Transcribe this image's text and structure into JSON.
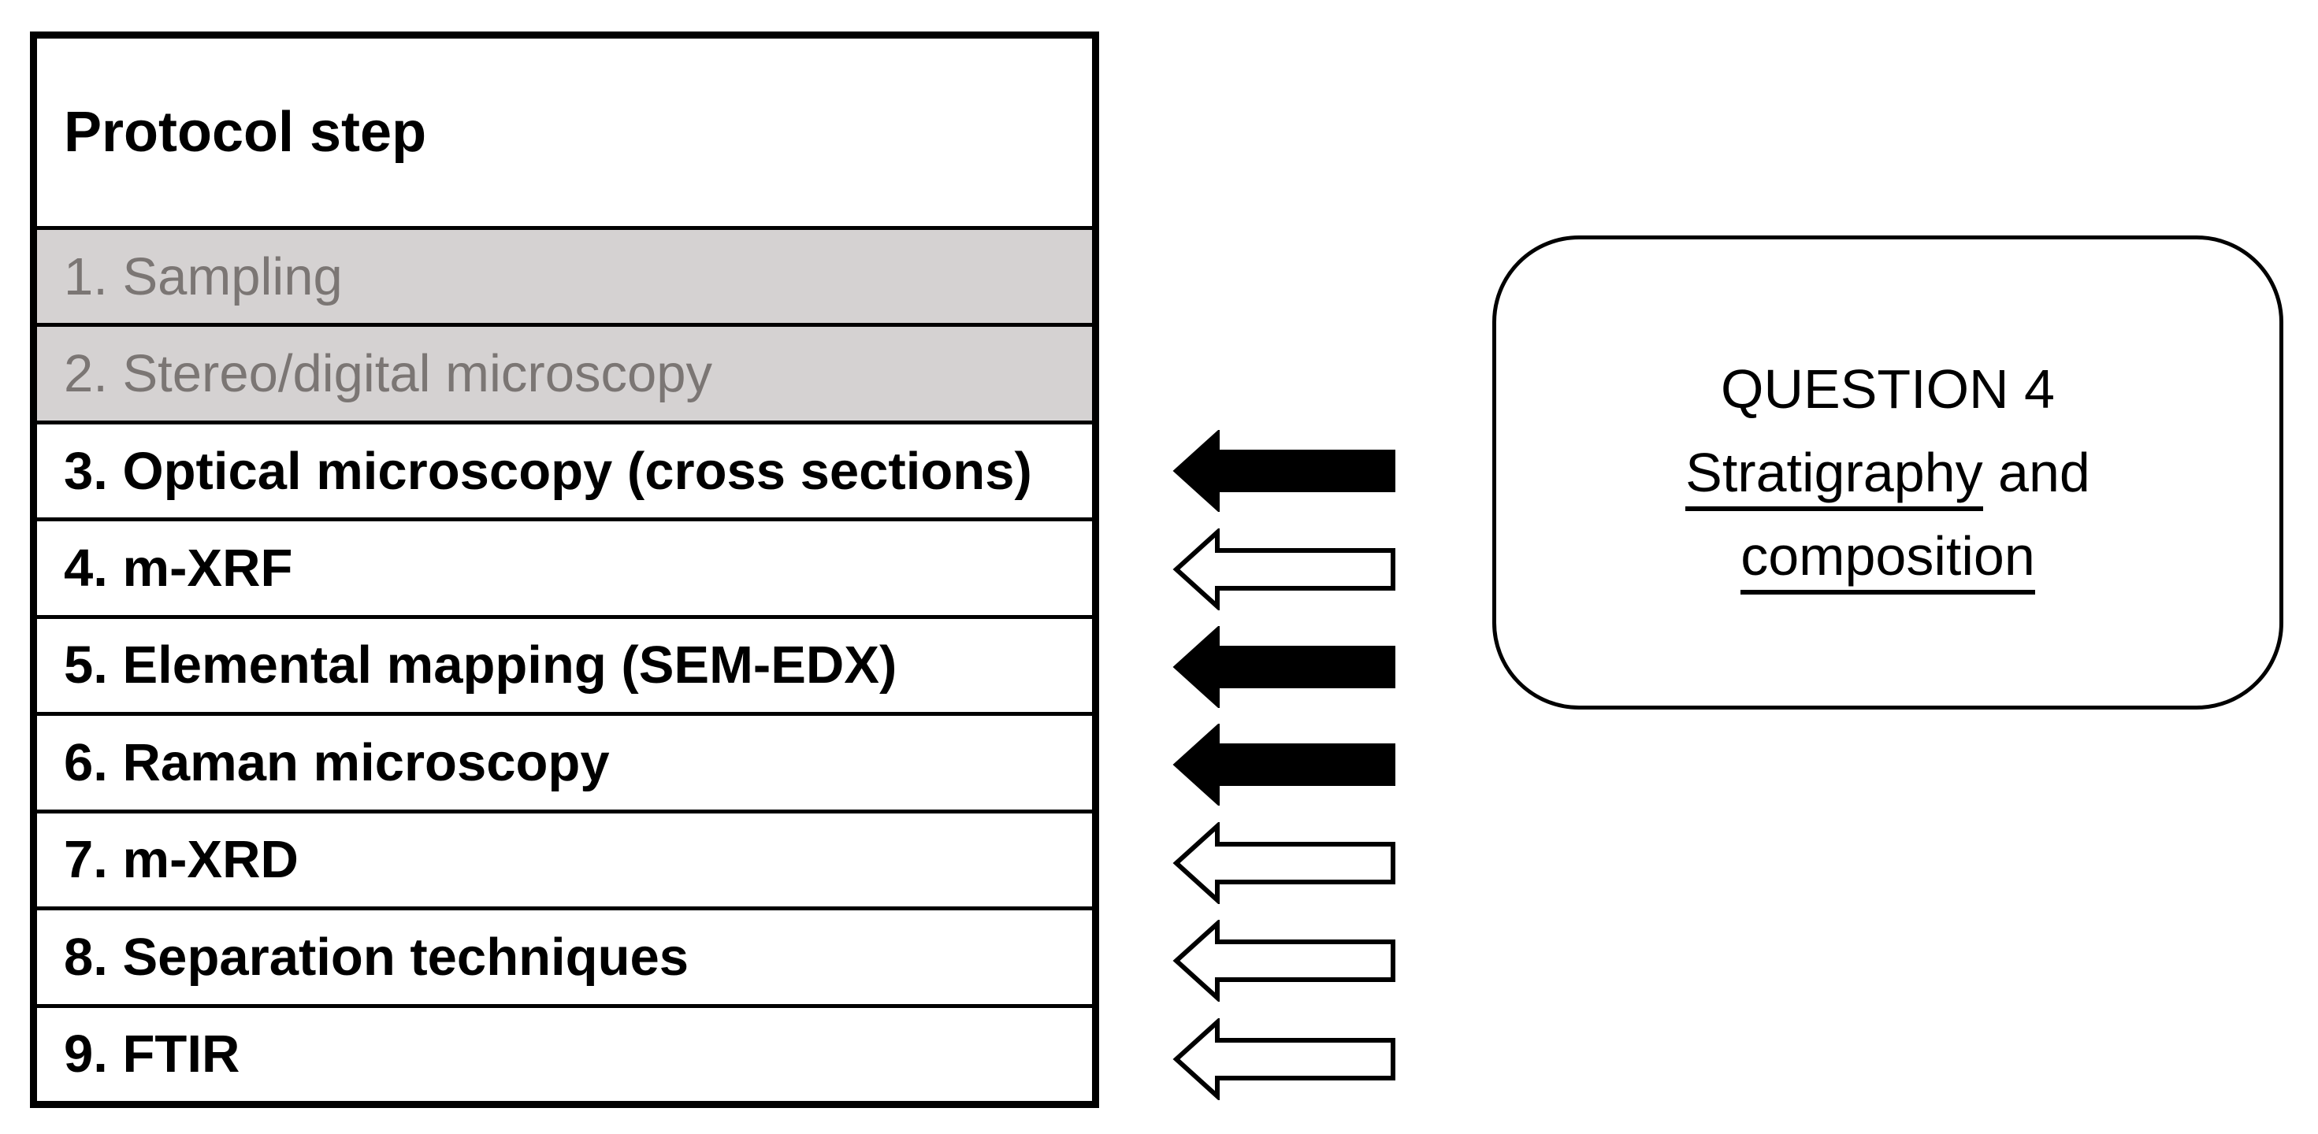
{
  "table": {
    "header": "Protocol step",
    "rows": [
      {
        "label": "1. Sampling",
        "state": "inactive",
        "arrow": "none"
      },
      {
        "label": "2. Stereo/digital microscopy",
        "state": "inactive",
        "arrow": "none"
      },
      {
        "label": "3. Optical microscopy (cross sections)",
        "state": "active",
        "arrow": "filled"
      },
      {
        "label": "4. m-XRF",
        "state": "active",
        "arrow": "outline"
      },
      {
        "label": "5. Elemental mapping (SEM-EDX)",
        "state": "active",
        "arrow": "filled"
      },
      {
        "label": "6. Raman microscopy",
        "state": "active",
        "arrow": "filled"
      },
      {
        "label": "7. m-XRD",
        "state": "active",
        "arrow": "outline"
      },
      {
        "label": "8. Separation techniques",
        "state": "active",
        "arrow": "outline"
      },
      {
        "label": "9. FTIR",
        "state": "active",
        "arrow": "outline"
      }
    ]
  },
  "callout": {
    "line1": "QUESTION 4",
    "line2_underlined": "Stratigraphy",
    "line2_rest": "and",
    "line3_underlined": "composition"
  },
  "colors": {
    "inactive_row_background": "#d5d2d2",
    "inactive_row_text": "#7b7674",
    "active_row_text": "#000000",
    "border": "#000000",
    "background": "#ffffff"
  }
}
